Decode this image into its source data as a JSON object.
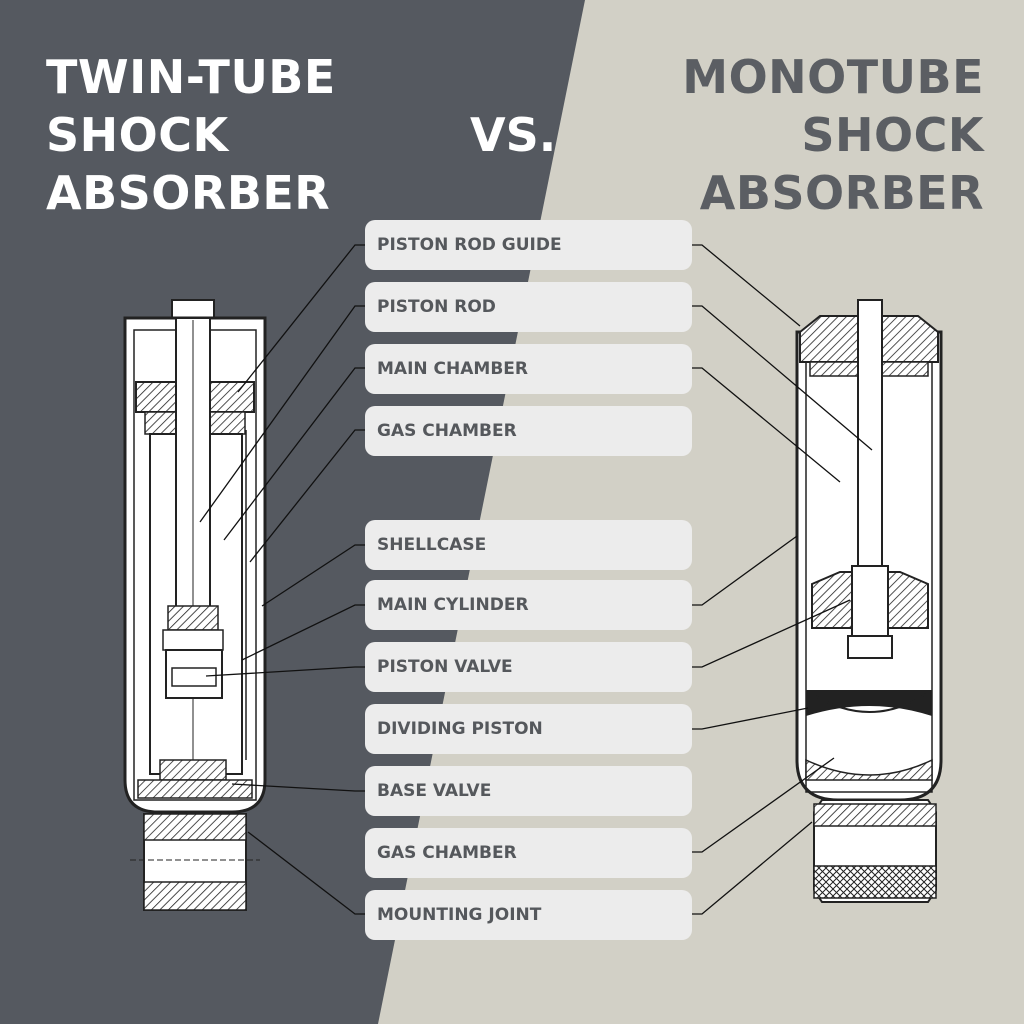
{
  "left_title": {
    "lines": [
      "TWIN-TUBE",
      "SHOCK",
      "ABSORBER"
    ]
  },
  "right_title": {
    "lines": [
      "MONOTUBE",
      "SHOCK",
      "ABSORBER"
    ]
  },
  "vs_text": "VS.",
  "labels": [
    "PISTON ROD GUIDE",
    "PISTON ROD",
    "MAIN CHAMBER",
    "GAS CHAMBER",
    "SHELLCASE",
    "MAIN CYLINDER",
    "PISTON VALVE",
    "DIVIDING PISTON",
    "BASE VALVE",
    "GAS CHAMBER",
    "MOUNTING JOINT"
  ],
  "colors": {
    "left_bg": "#555960",
    "right_bg": "#d2d0c6",
    "right_title": "#5b5e63",
    "label_bg": "#ececec",
    "label_text": "#55585c",
    "line": "#222222"
  }
}
